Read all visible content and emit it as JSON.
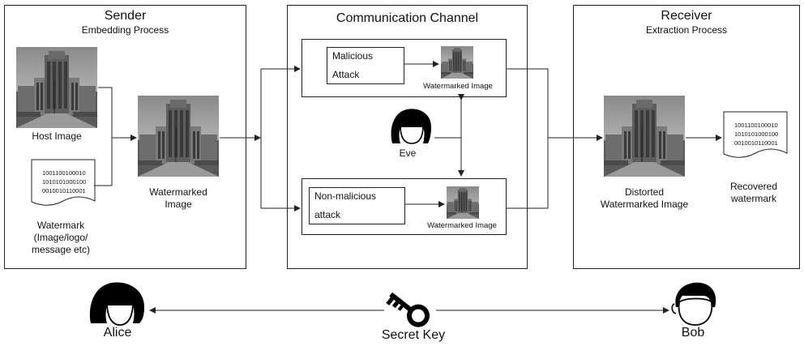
{
  "sender": {
    "title": "Sender",
    "subtitle": "Embedding Process",
    "host_label": "Host Image",
    "watermark_bits": [
      "1001100100010",
      "1010101000100",
      "0010010110001"
    ],
    "watermark_label_lines": [
      "Watermark",
      "(Image/logo/",
      "message etc)"
    ],
    "watermarked_label_lines": [
      "Watermarked",
      "Image"
    ]
  },
  "channel": {
    "title": "Communication Channel",
    "malicious_lines": [
      "Malicious",
      "Attack"
    ],
    "nonmalicious_lines": [
      "Non-malicious",
      "attack"
    ],
    "wm_image_label": "Watermarked Image",
    "eve": "Eve"
  },
  "receiver": {
    "title": "Receiver",
    "subtitle": "Extraction Process",
    "distorted_lines": [
      "Distorted",
      "Watermarked Image"
    ],
    "recovered_bits": [
      "1001100100010",
      "1010101000100",
      "0010010110001"
    ],
    "recovered_lines": [
      "Recovered",
      "watermark"
    ]
  },
  "bottom": {
    "alice": "Alice",
    "key": "Secret Key",
    "bob": "Bob"
  },
  "colors": {
    "line": "#222222",
    "panel_border": "#222222"
  }
}
